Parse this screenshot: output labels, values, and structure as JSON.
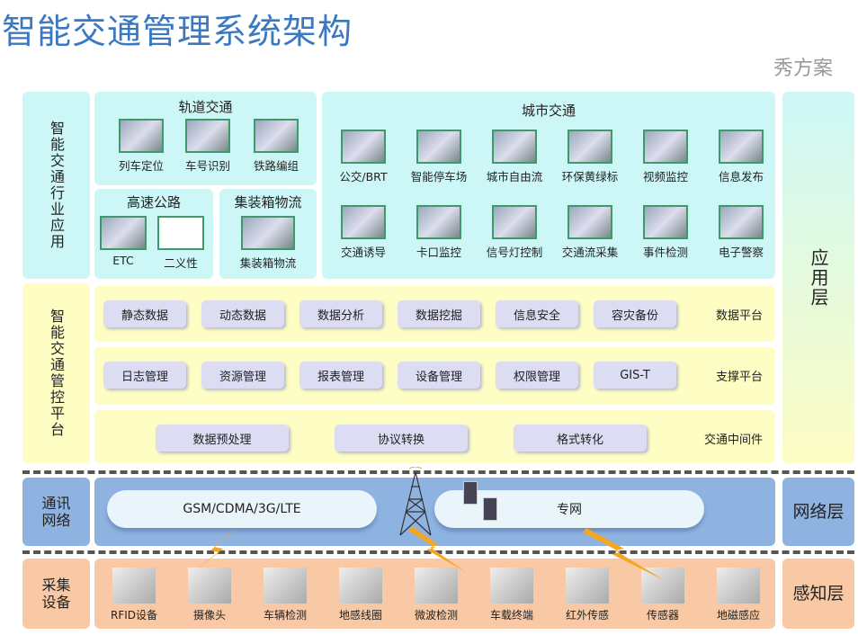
{
  "title": "智能交通管理系统架构",
  "left_labels": {
    "app": "智能交通行业应用",
    "platform": "智能交通管控平台",
    "network": "通讯网络",
    "collect": "采集设备"
  },
  "right_labels": {
    "app": "应用层",
    "network": "网络层",
    "collect": "感知层"
  },
  "rail": {
    "title": "轨道交通",
    "items": [
      "列车定位",
      "车号识别",
      "铁路编组"
    ]
  },
  "highway": {
    "title": "高速公路",
    "items": [
      "ETC",
      "二义性"
    ]
  },
  "container": {
    "title": "集装箱物流",
    "items": [
      "集装箱物流"
    ]
  },
  "city": {
    "title": "城市交通",
    "row1": [
      "公交/BRT",
      "智能停车场",
      "城市自由流",
      "环保黄绿标",
      "视频监控",
      "信息发布"
    ],
    "row2": [
      "交通诱导",
      "卡口监控",
      "信号灯控制",
      "交通流采集",
      "事件检测",
      "电子警察"
    ]
  },
  "platform": {
    "rows": [
      {
        "label": "数据平台",
        "buttons": [
          "静态数据",
          "动态数据",
          "数据分析",
          "数据挖掘",
          "信息安全",
          "容灾备份"
        ]
      },
      {
        "label": "支撑平台",
        "buttons": [
          "日志管理",
          "资源管理",
          "报表管理",
          "设备管理",
          "权限管理",
          "GIS-T"
        ]
      },
      {
        "label": "交通中间件",
        "buttons": [
          "数据预处理",
          "协议转换",
          "格式转化"
        ]
      }
    ]
  },
  "network": {
    "cloud1": "GSM/CDMA/3G/LTE",
    "cloud2": "专网"
  },
  "devices": [
    "RFID设备",
    "摄像头",
    "车辆检测",
    "地感线圈",
    "微波检测",
    "车载终端",
    "红外传感",
    "传感器",
    "地磁感应"
  ],
  "watermark": "秀方案",
  "colors": {
    "title": "#3a78c2",
    "app": "#cdf7f7",
    "platform": "#fdfdc4",
    "network": "#8fb3e0",
    "collect": "#f8c9a4",
    "bolt": "#f5a623"
  }
}
